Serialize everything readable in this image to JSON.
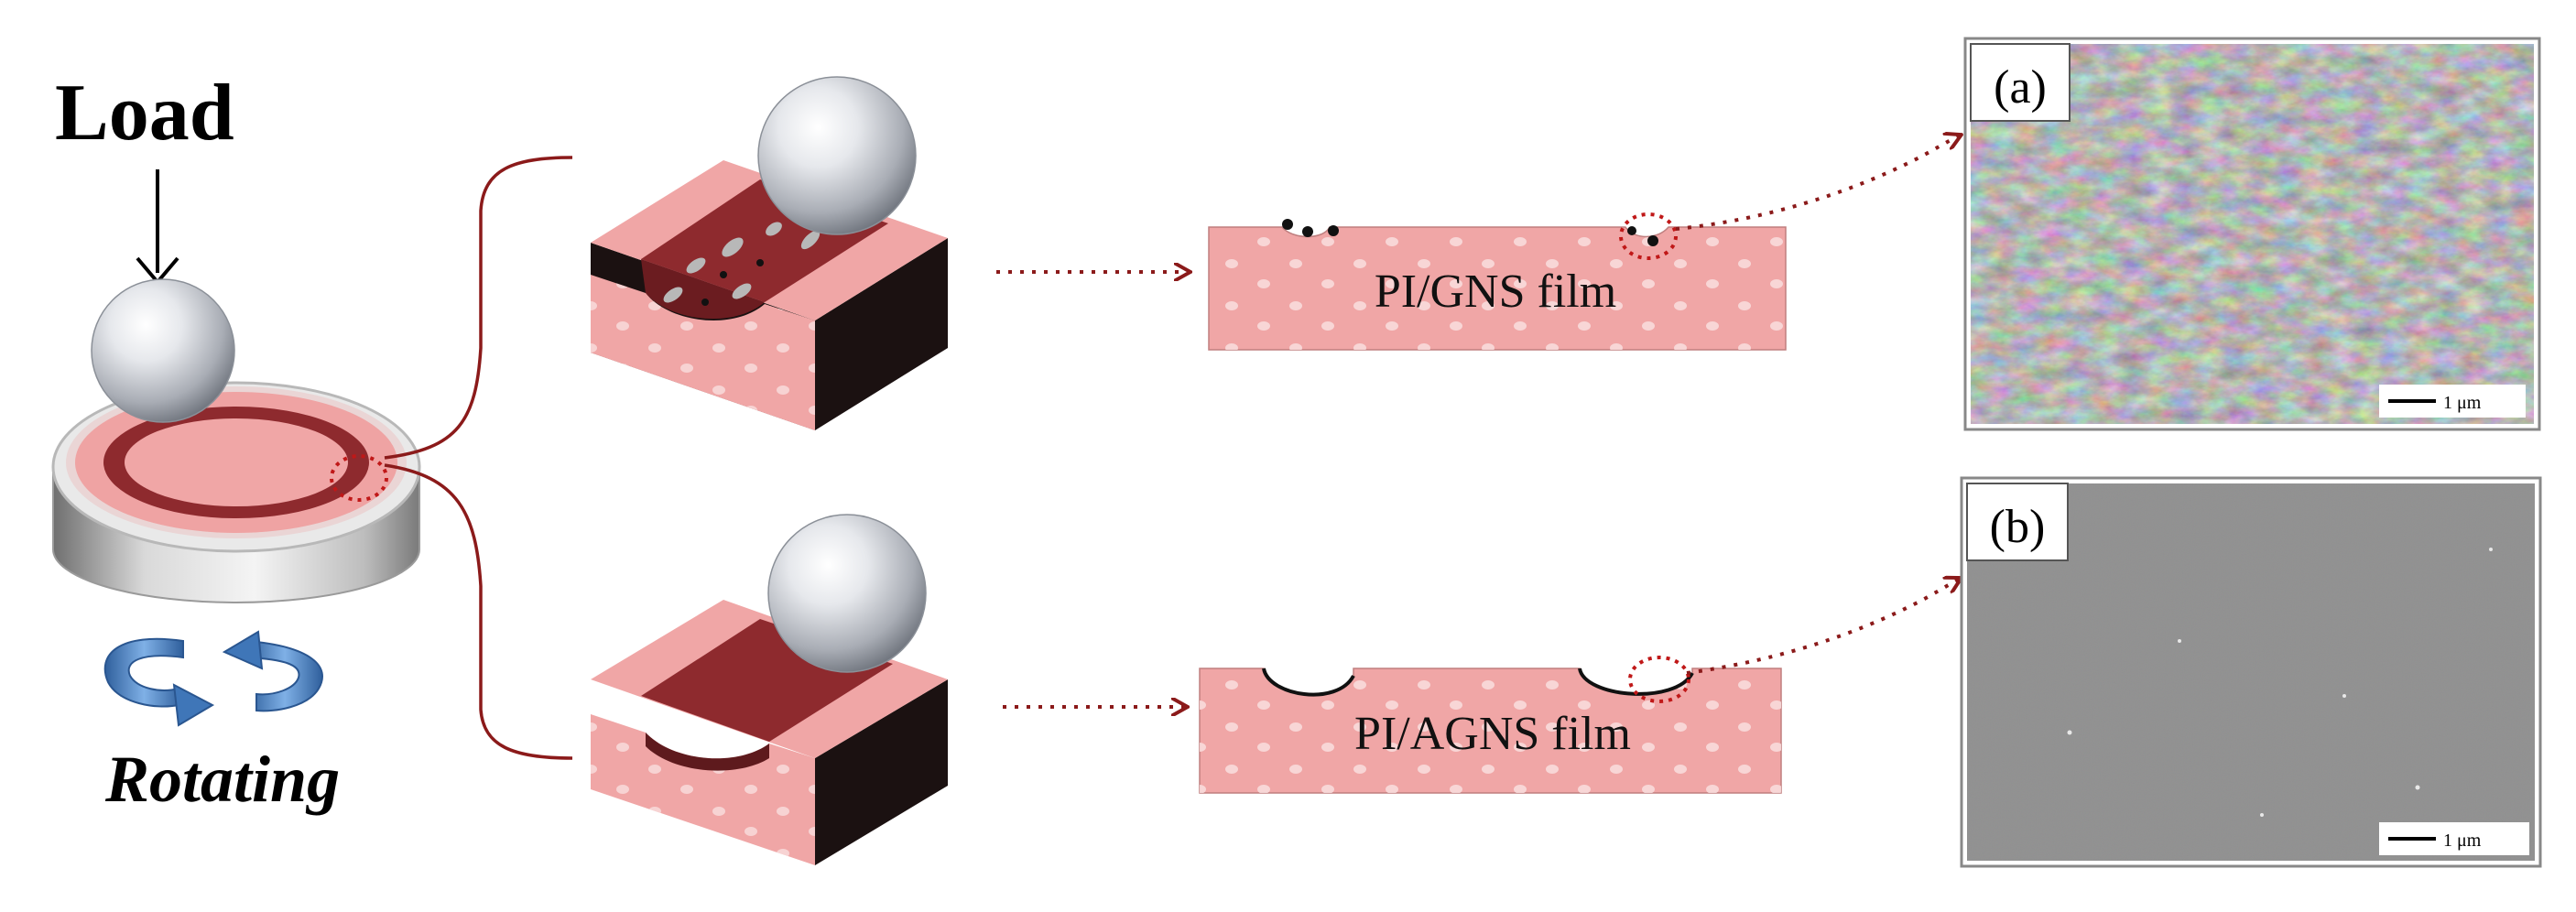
{
  "labels": {
    "load": "Load",
    "rotating": "Rotating",
    "film_top": "PI/GNS film",
    "film_bottom": "PI/AGNS film",
    "panel_a": "(a)",
    "panel_b": "(b)",
    "scale_a": "1 μm",
    "scale_b": "1 μm"
  },
  "colors": {
    "film_pink": "#f0a6a6",
    "wear_track": "#8e2a2e",
    "arrow_dark_red": "#8b1a1a",
    "rotate_arrow_blue": "#3f76b8",
    "sem_a_base": "#5c5c5c",
    "sem_b_base": "#7d7d7d"
  }
}
